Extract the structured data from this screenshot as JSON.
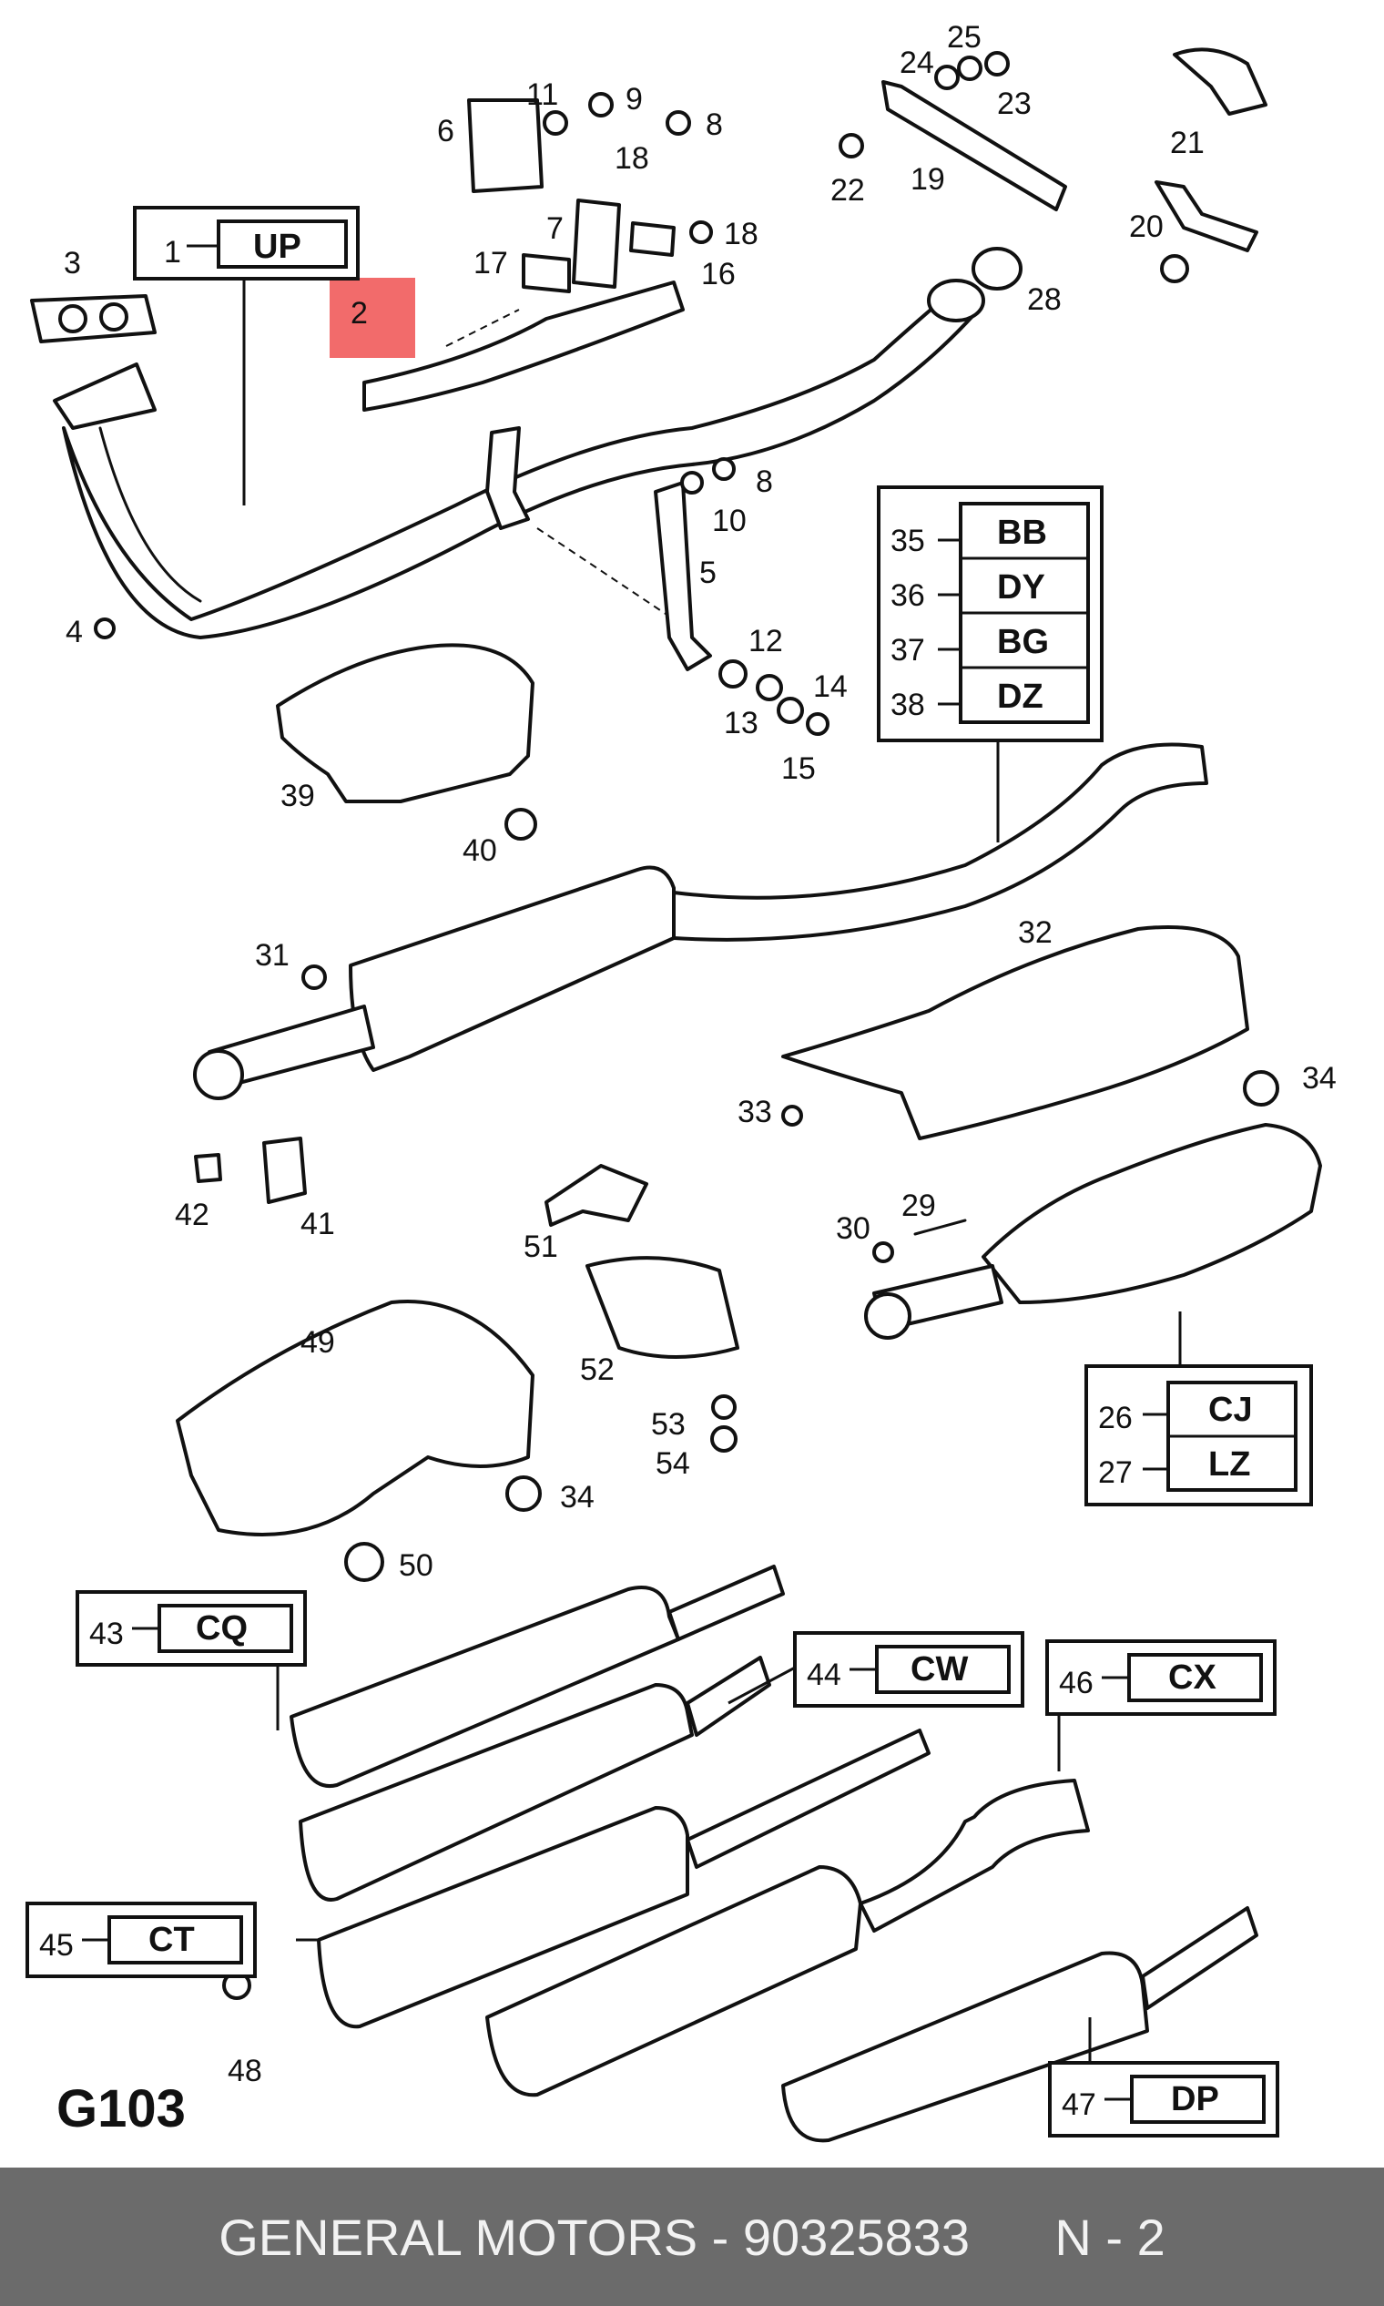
{
  "diagram_title": "G103",
  "highlight_color": "#f26b6b",
  "footer": {
    "brand": "GENERAL MOTORS",
    "separator": " - ",
    "part_number": "90325833",
    "page": "N - 2",
    "text": "GENERAL MOTORS - 90325833      N - 2"
  },
  "callouts": [
    {
      "num": "1",
      "code": "UP"
    },
    {
      "num": "35",
      "code": "BB"
    },
    {
      "num": "36",
      "code": "DY"
    },
    {
      "num": "37",
      "code": "BG"
    },
    {
      "num": "38",
      "code": "DZ"
    },
    {
      "num": "26",
      "code": "CJ"
    },
    {
      "num": "27",
      "code": "LZ"
    },
    {
      "num": "43",
      "code": "CQ"
    },
    {
      "num": "44",
      "code": "CW"
    },
    {
      "num": "45",
      "code": "CT"
    },
    {
      "num": "46",
      "code": "CX"
    },
    {
      "num": "47",
      "code": "DP"
    }
  ],
  "labels": [
    "2",
    "3",
    "4",
    "5",
    "6",
    "7",
    "8",
    "8",
    "9",
    "10",
    "11",
    "12",
    "13",
    "14",
    "15",
    "16",
    "17",
    "18",
    "18",
    "19",
    "20",
    "21",
    "22",
    "23",
    "24",
    "25",
    "28",
    "29",
    "30",
    "31",
    "32",
    "33",
    "34",
    "34",
    "39",
    "40",
    "41",
    "42",
    "48",
    "49",
    "50",
    "51",
    "52",
    "53",
    "54"
  ]
}
